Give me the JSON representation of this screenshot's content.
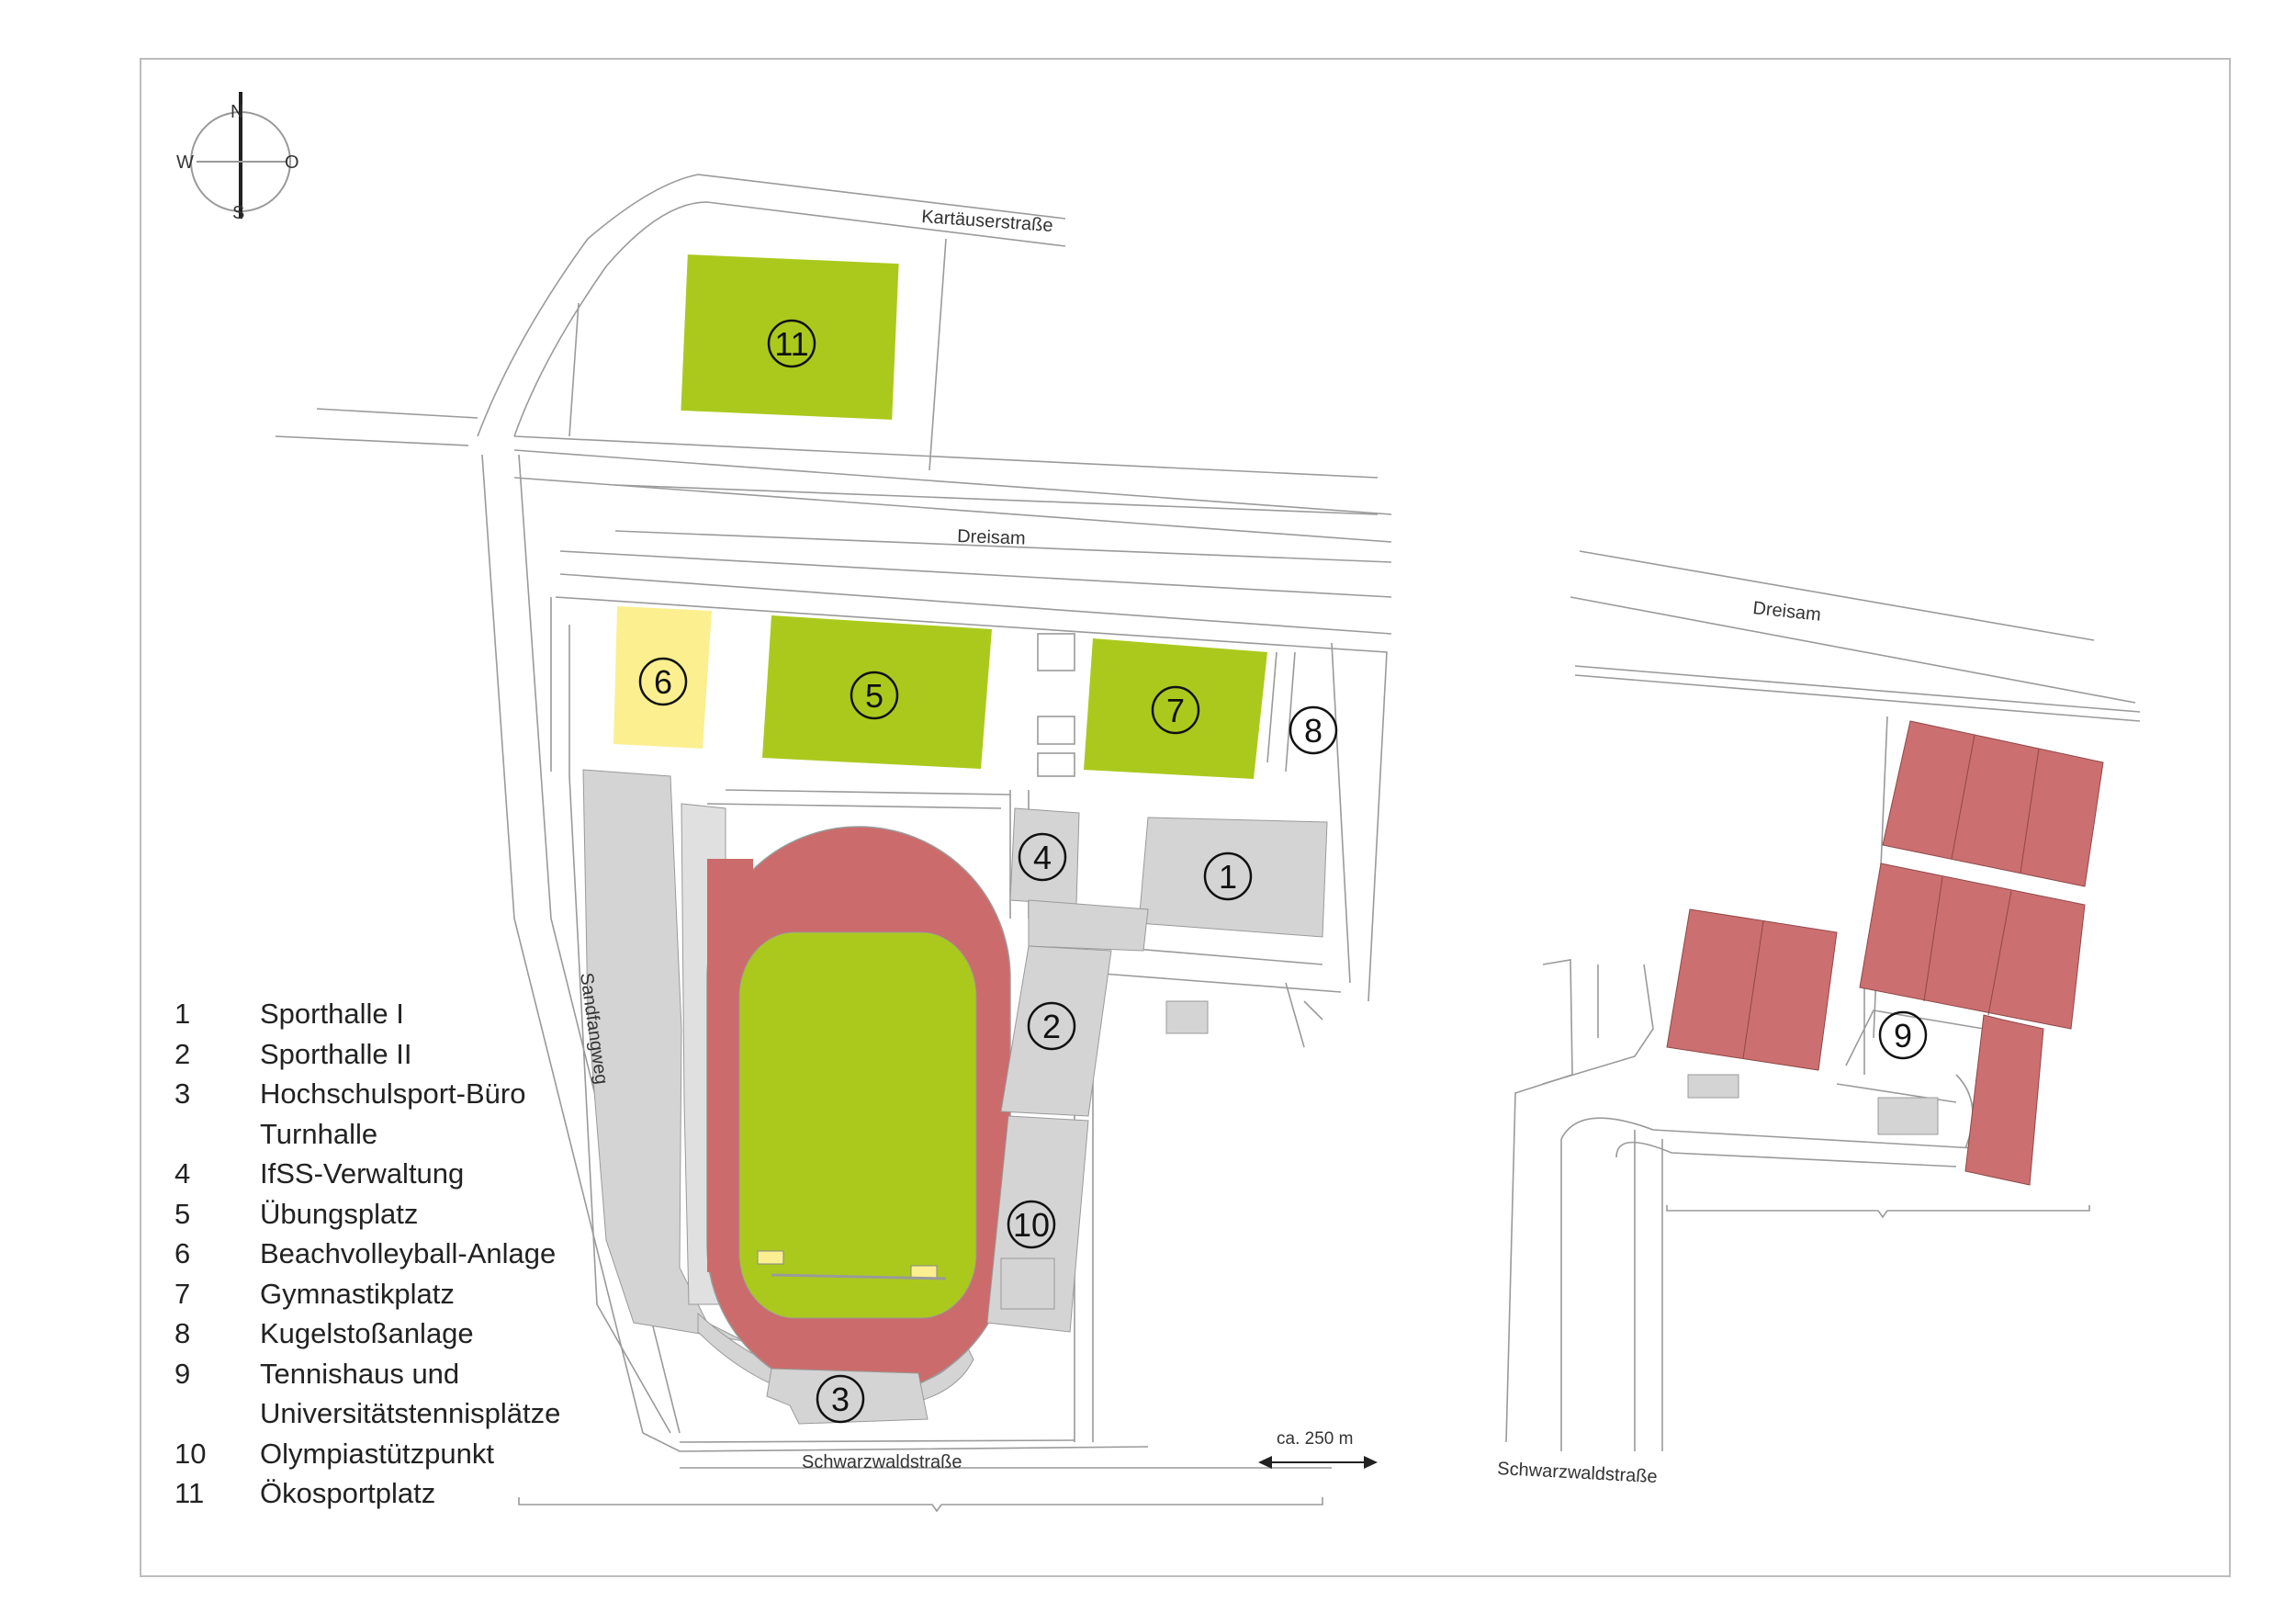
{
  "compass": {
    "north": "N",
    "south": "S",
    "west": "W",
    "east": "O"
  },
  "streets": {
    "kartaeuserstrasse": "Kartäuserstraße",
    "dreisam_left": "Dreisam",
    "dreisam_right": "Dreisam",
    "sandfangweg": "Sandfangweg",
    "schwarzwaldstrasse_left": "Schwarzwaldstraße",
    "schwarzwaldstrasse_right": "Schwarzwaldstraße"
  },
  "scale": {
    "label": "ca. 250 m"
  },
  "markers": [
    "11",
    "6",
    "5",
    "7",
    "8",
    "4",
    "1",
    "2",
    "10",
    "3",
    "9"
  ],
  "legend": [
    {
      "num": "1",
      "label": "Sporthalle I"
    },
    {
      "num": "2",
      "label": "Sporthalle II"
    },
    {
      "num": "3",
      "label": "Hochschulsport-Büro",
      "cont": "Turnhalle"
    },
    {
      "num": "4",
      "label": "IfSS-Verwaltung"
    },
    {
      "num": "5",
      "label": "Übungsplatz"
    },
    {
      "num": "6",
      "label": "Beachvolleyball-Anlage"
    },
    {
      "num": "7",
      "label": "Gymnastikplatz"
    },
    {
      "num": "8",
      "label": "Kugelstoßanlage"
    },
    {
      "num": "9",
      "label": "Tennishaus und",
      "cont": "Universitätstennisplätze"
    },
    {
      "num": "10",
      "label": "Olympiastützpunkt"
    },
    {
      "num": "11",
      "label": "Ökosportplatz"
    }
  ],
  "colors": {
    "field_green": "#abc91d",
    "track_red": "#cc6b6b",
    "tennis_red": "#cc6f70",
    "beach_yellow": "#fbef8f",
    "building_gray": "#d4d4d4",
    "line_gray": "#9a9a9a"
  }
}
